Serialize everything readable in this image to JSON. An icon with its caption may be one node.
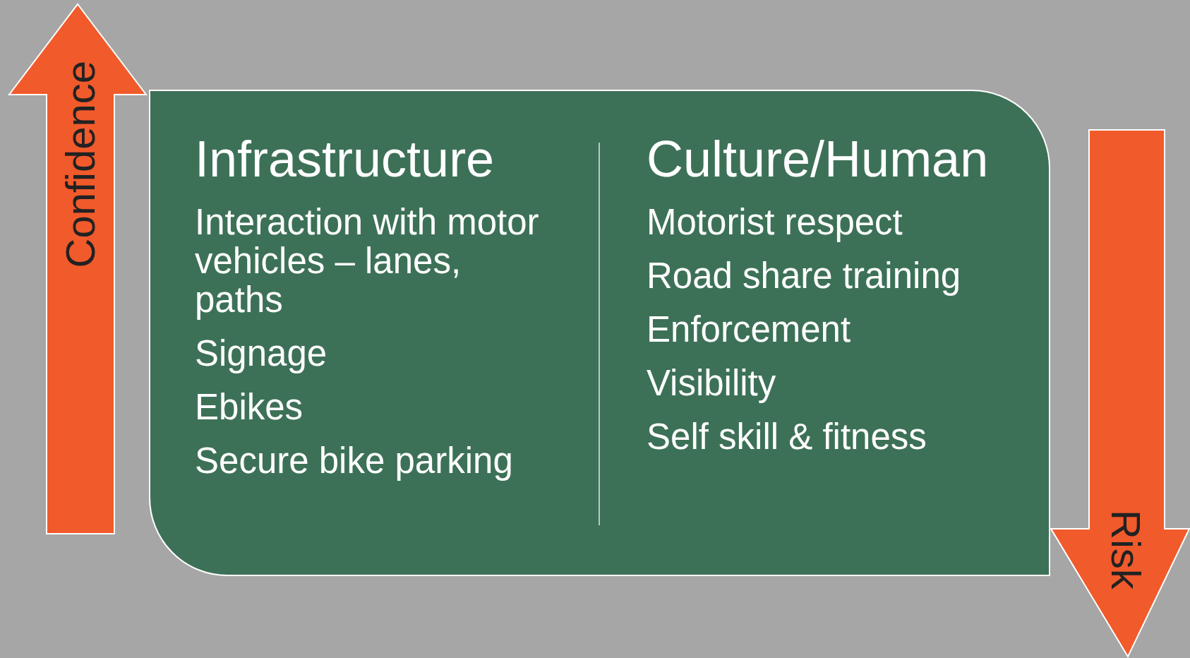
{
  "diagram": {
    "nodes": [
      {
        "text": [
          "Confidence"
        ]
      },
      {
        "text": [
          "Infrastructure",
          "Interaction with motor vehicles – lanes, paths",
          "Signage",
          "Ebikes",
          "Secure bike parking",
          "Culture/Human",
          "Motorist respect",
          "Road share training",
          "Enforcement",
          "Visibility",
          "Self skill & fitness"
        ]
      },
      {
        "text": [
          "Risk"
        ]
      }
    ],
    "edges": []
  }
}
